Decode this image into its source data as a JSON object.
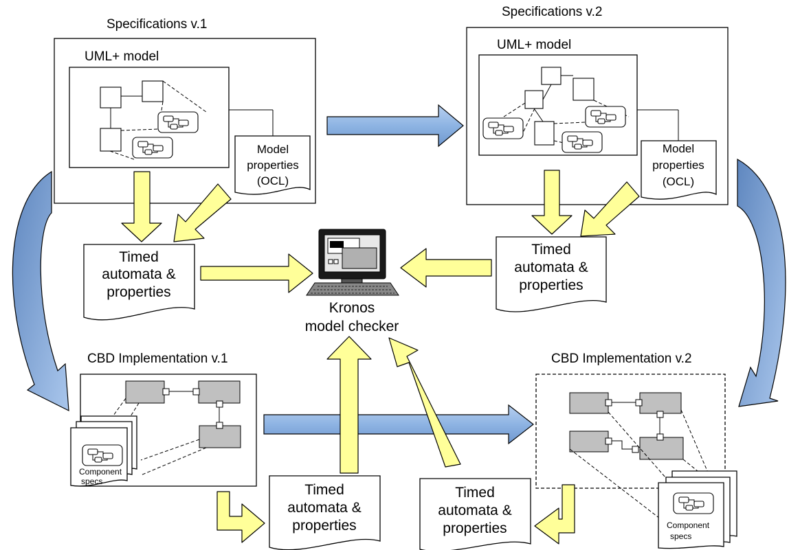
{
  "spec1": {
    "title": "Specifications v.1",
    "uml_label": "UML+ model",
    "note": [
      "Model",
      "properties",
      "(OCL)"
    ]
  },
  "spec2": {
    "title": "Specifications v.2",
    "uml_label": "UML+ model",
    "note": [
      "Model",
      "properties",
      "(OCL)"
    ]
  },
  "timed_doc": [
    "Timed",
    "automata &",
    "properties"
  ],
  "checker": [
    "Kronos",
    "model checker"
  ],
  "impl1": {
    "title": "CBD Implementation v.1",
    "component_specs": [
      "Component",
      "specs"
    ]
  },
  "impl2": {
    "title": "CBD Implementation v.2",
    "component_specs": [
      "Component",
      "specs"
    ]
  },
  "colors": {
    "yellow_arrow": "#ffff99",
    "blue_arrow": "#8eb4e3",
    "component": "#c0c0c0"
  }
}
